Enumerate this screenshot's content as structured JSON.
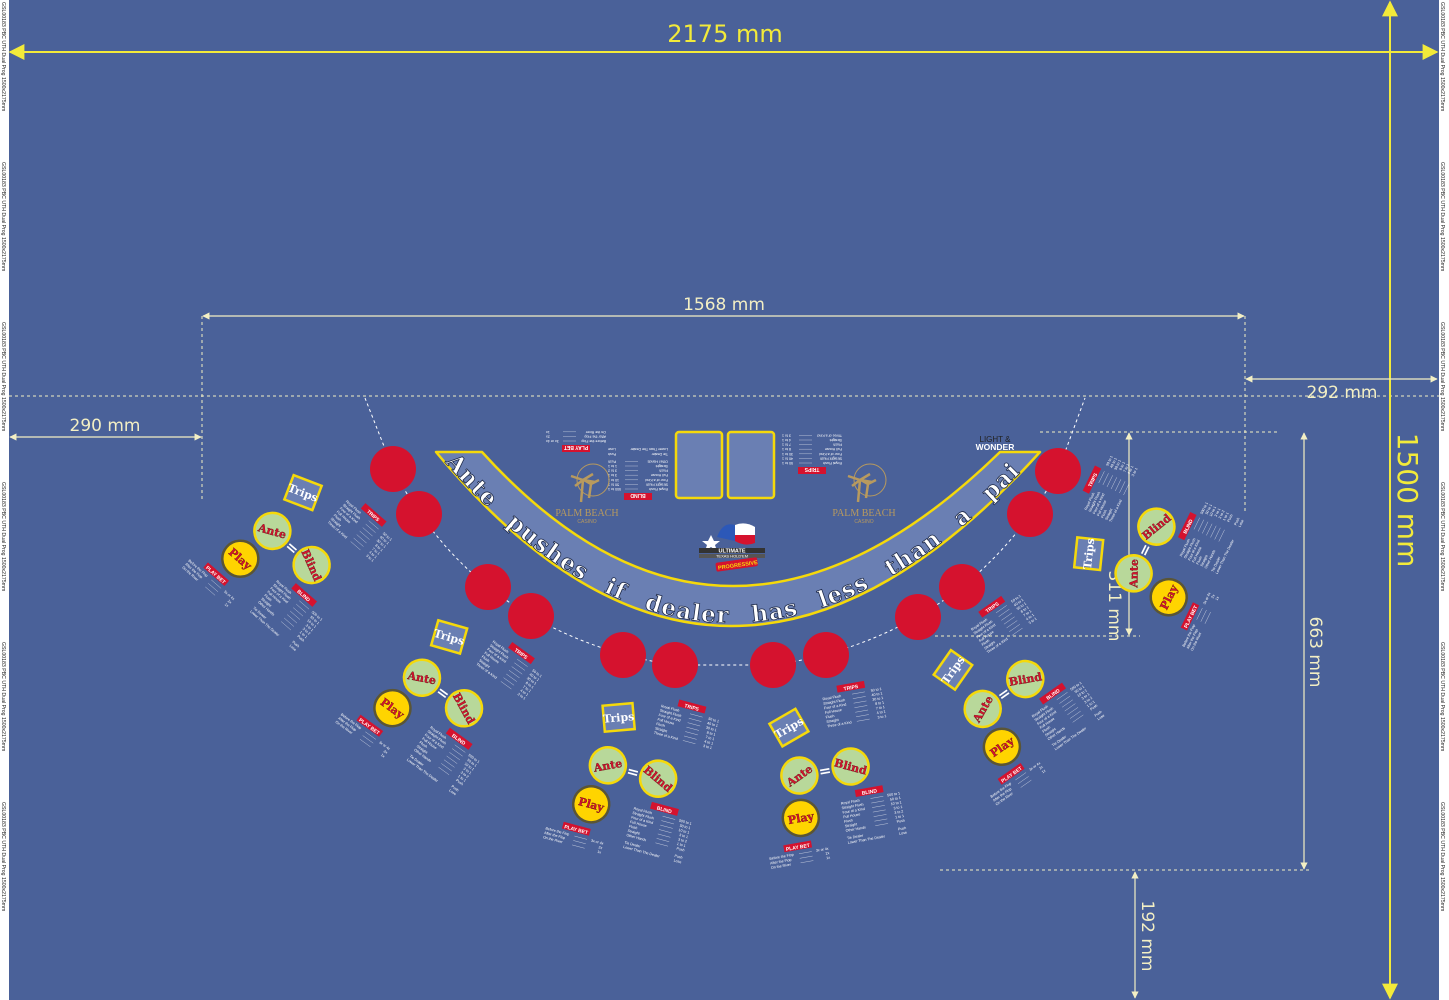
{
  "colors": {
    "felt": "#4a6199",
    "dimension_main": "#f2ea3a",
    "dimension_secondary": "#f3efc4",
    "bet_spot_red": "#d5122e",
    "ante_blind_fill": "#b8d89a",
    "play_fill": "#ffd400",
    "ring_yellow": "#f5d90a",
    "gold_logo": "#b89a5e",
    "band_fill": "#6a7fb3"
  },
  "border_text": "GSL00183 PBC UTH Dual Prog 1500x2175mm",
  "dimensions": {
    "width_total": "2175 mm",
    "height_total": "1500 mm",
    "layout_width": "1568 mm",
    "left_margin": "290 mm",
    "right_margin": "292 mm",
    "right_offset": "311 mm",
    "layout_height": "663 mm",
    "bottom_margin": "192 mm"
  },
  "table": {
    "band_text": "Ante pushes if dealer has less than a pair",
    "brand_left": {
      "line1": "PALM BEACH",
      "line2": "CASINO"
    },
    "brand_right": {
      "line1": "PALM BEACH",
      "line2": "CASINO"
    },
    "maker": {
      "line1": "LIGHT &",
      "line2": "WONDER"
    },
    "center_logo": {
      "line1": "ULTIMATE",
      "line2": "TEXAS HOLD'EM",
      "badge": "PROGRESSIVE"
    },
    "card_boxes": 2,
    "bet_spots_count": 12
  },
  "player_spot": {
    "trips": "Trips",
    "ante": "Ante",
    "equals": "=",
    "blind": "Blind",
    "play": "Play"
  },
  "paytables": {
    "trips": {
      "title": "TRIPS",
      "rows": [
        [
          "Royal Flush",
          "50 to 1"
        ],
        [
          "Straight Flush",
          "40 to 1"
        ],
        [
          "Four of a Kind",
          "30 to 1"
        ],
        [
          "Full House",
          "8 to 1"
        ],
        [
          "Flush",
          "7 to 1"
        ],
        [
          "Straight",
          "4 to 1"
        ],
        [
          "Three of a Kind",
          "3 to 1"
        ]
      ]
    },
    "blind": {
      "title": "BLIND",
      "rows": [
        [
          "Royal Flush",
          "500 to 1"
        ],
        [
          "Straight Flush",
          "50 to 1"
        ],
        [
          "Four of a Kind",
          "10 to 1"
        ],
        [
          "Full House",
          "3 to 1"
        ],
        [
          "Flush",
          "3 to 2"
        ],
        [
          "Straight",
          "1 to 1"
        ],
        [
          "Other Hands",
          "Push"
        ]
      ],
      "tie_rows": [
        [
          "Tie Dealer",
          "Push"
        ],
        [
          "Lower Than The Dealer",
          "Lose"
        ]
      ]
    },
    "play": {
      "title": "PLAY BET",
      "rows": [
        [
          "Before the Flop",
          "3x or 4x"
        ],
        [
          "After the Flop",
          "2x"
        ],
        [
          "On the River",
          "1x"
        ]
      ]
    }
  }
}
